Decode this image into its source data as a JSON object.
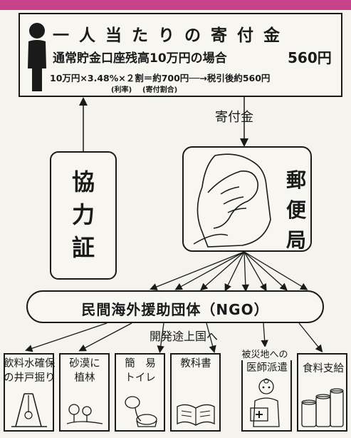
{
  "top": {
    "title": "一人当たりの寄付金",
    "line2": "通常貯金口座残高10万円の場合",
    "amount": "560円",
    "line3": "10万円×3.48%×２割＝約700円──→税引後約560円",
    "rate_note": "(利率)",
    "share_note": "(寄付割合)"
  },
  "flow_label": "寄付金",
  "kyoryoku": [
    "協",
    "力",
    "証"
  ],
  "post_office": [
    "郵",
    "便",
    "局"
  ],
  "ngo": "民間海外援助団体（NGO）",
  "developing": "開発途上国へ",
  "boxes": [
    {
      "lines": [
        "飲料水確保",
        "の井戸掘り"
      ],
      "icon": "well-icon"
    },
    {
      "lines": [
        "砂漠に",
        "植林"
      ],
      "icon": "tree-planting-icon"
    },
    {
      "lines": [
        "簡　易",
        "トイレ"
      ],
      "icon": "toilet-icon"
    },
    {
      "lines": [
        "教科書"
      ],
      "icon": "book-icon"
    },
    {
      "lines": [
        "被災地への",
        "医師派遣"
      ],
      "icon": "doctor-icon"
    },
    {
      "lines": [
        "食料支給"
      ],
      "icon": "food-cans-icon"
    }
  ]
}
